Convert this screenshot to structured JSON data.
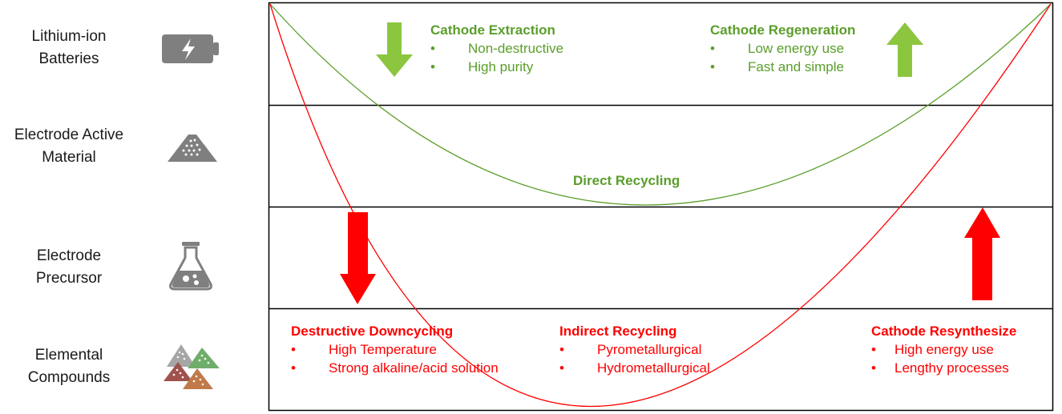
{
  "rows": [
    {
      "label_line1": "Lithium-ion",
      "label_line2": "Batteries",
      "icon": "battery-icon"
    },
    {
      "label_line1": "Electrode Active",
      "label_line2": "Material",
      "icon": "powder-pile-icon"
    },
    {
      "label_line1": "Electrode",
      "label_line2": "Precursor",
      "icon": "flask-icon"
    },
    {
      "label_line1": "Elemental",
      "label_line2": "Compounds",
      "icon": "compound-piles-icon"
    }
  ],
  "direct": {
    "curve_label": "Direct Recycling",
    "extraction": {
      "title": "Cathode Extraction",
      "items": [
        "Non-destructive",
        "High purity"
      ]
    },
    "regeneration": {
      "title": "Cathode Regeneration",
      "items": [
        "Low energy use",
        "Fast and simple"
      ]
    },
    "color": "#5a9e2a",
    "arrow_color": "#8cc63f"
  },
  "indirect": {
    "downcycling": {
      "title": "Destructive Downcycling",
      "items": [
        "High Temperature",
        "Strong alkaline/acid solution"
      ]
    },
    "recycling": {
      "title": "Indirect Recycling",
      "items": [
        "Pyrometallurgical",
        "Hydrometallurgical"
      ]
    },
    "resynthesize": {
      "title": "Cathode Resynthesize",
      "items": [
        "High energy use",
        "Lengthy processes"
      ]
    },
    "color": "#ff0000"
  },
  "bullet": "•",
  "icon_color": "#7f7f7f"
}
